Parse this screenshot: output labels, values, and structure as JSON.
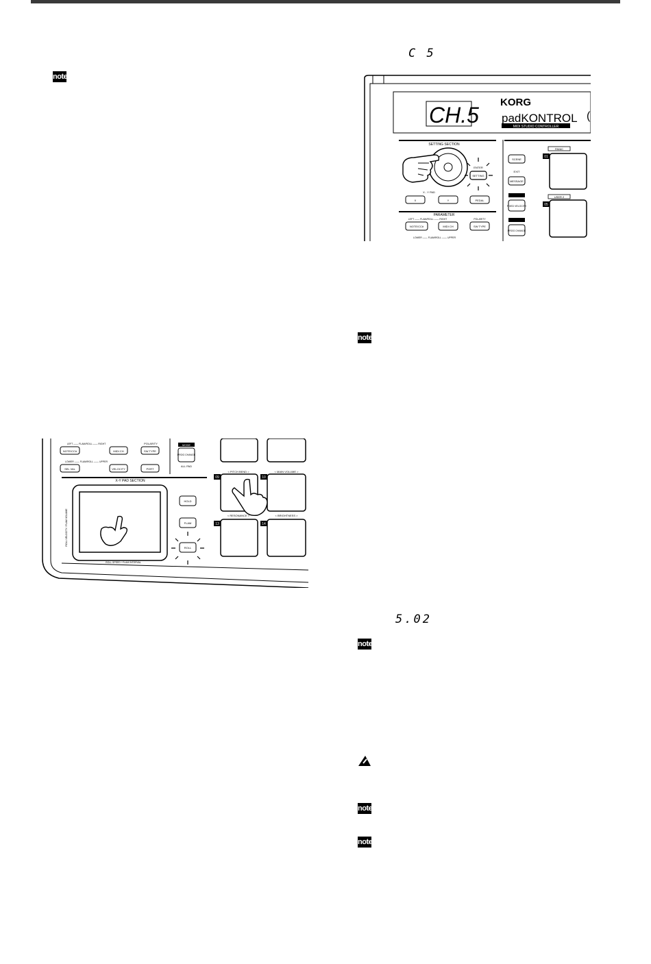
{
  "header": {},
  "segments": {
    "c5": "C 5",
    "s02": "5.02"
  },
  "notes": {
    "icon_text": "note"
  },
  "figure1": {
    "display": "CH.5",
    "brand": "KORG",
    "product": "padKONTROL",
    "subtitle": "MIDI STUDIO CONTROLLER",
    "setting_section": "SETTING SECTION",
    "enter": "ENTER",
    "setting": "SETTING",
    "xy_pad": "X - Y PAD",
    "x": "X",
    "y": "Y",
    "pedal": "PEDAL",
    "parameter": "PARAMETER",
    "left_flam_right": "LEFT —— FLAM/ROLL —— RIGHT",
    "polarity": "POLARITY",
    "note_cc": "NOTE/CC#",
    "midi_ch": "MIDI CH",
    "sw_type": "SW TYPE",
    "lower_upper": "LOWER —— FLAM/ROLL —— UPPER",
    "scene": "SCENE",
    "exit": "EXIT",
    "message": "MESSAGE",
    "fixed_velocity": "FIXED VELOCITY",
    "prog_change": "PROG CHANGE",
    "panic": "PANIC",
    "user2": "USER 2",
    "pad01": "01",
    "pad05": "05"
  },
  "figure2": {
    "left_flam_right": "LEFT —— FLAM/ROLL —— RIGHT",
    "polarity": "POLARITY",
    "note_cc": "NOTE/CC#",
    "midi_ch": "MIDI CH",
    "sw_type": "SW TYPE",
    "mode": "MODE",
    "prog_change": "PROG CHANGE",
    "all_pad": "ALL PAD",
    "lower_upper": "LOWER —— FLAM/ROLL —— UPPER",
    "sel_val": "SEL VAL",
    "velocity": "VELOCITY",
    "port": "PORT",
    "xy_pad_section": "X-Y PAD SECTION",
    "hold": "HOLD",
    "flam": "FLAM",
    "roll": "ROLL",
    "pitch_bend": "< PITCH BEND >",
    "main_volume": "< MAIN VOLUME >",
    "resonance": "< RESONANCE >",
    "brightness": "< BRIGHTNESS >",
    "pad09": "09",
    "pad10": "10",
    "pad13": "13",
    "pad14": "14",
    "vertical_label": "ROLL VELOCITY / FLAM VOLUME",
    "bottom_label": "ROLL SPEED / FLAM INTERVAL"
  }
}
